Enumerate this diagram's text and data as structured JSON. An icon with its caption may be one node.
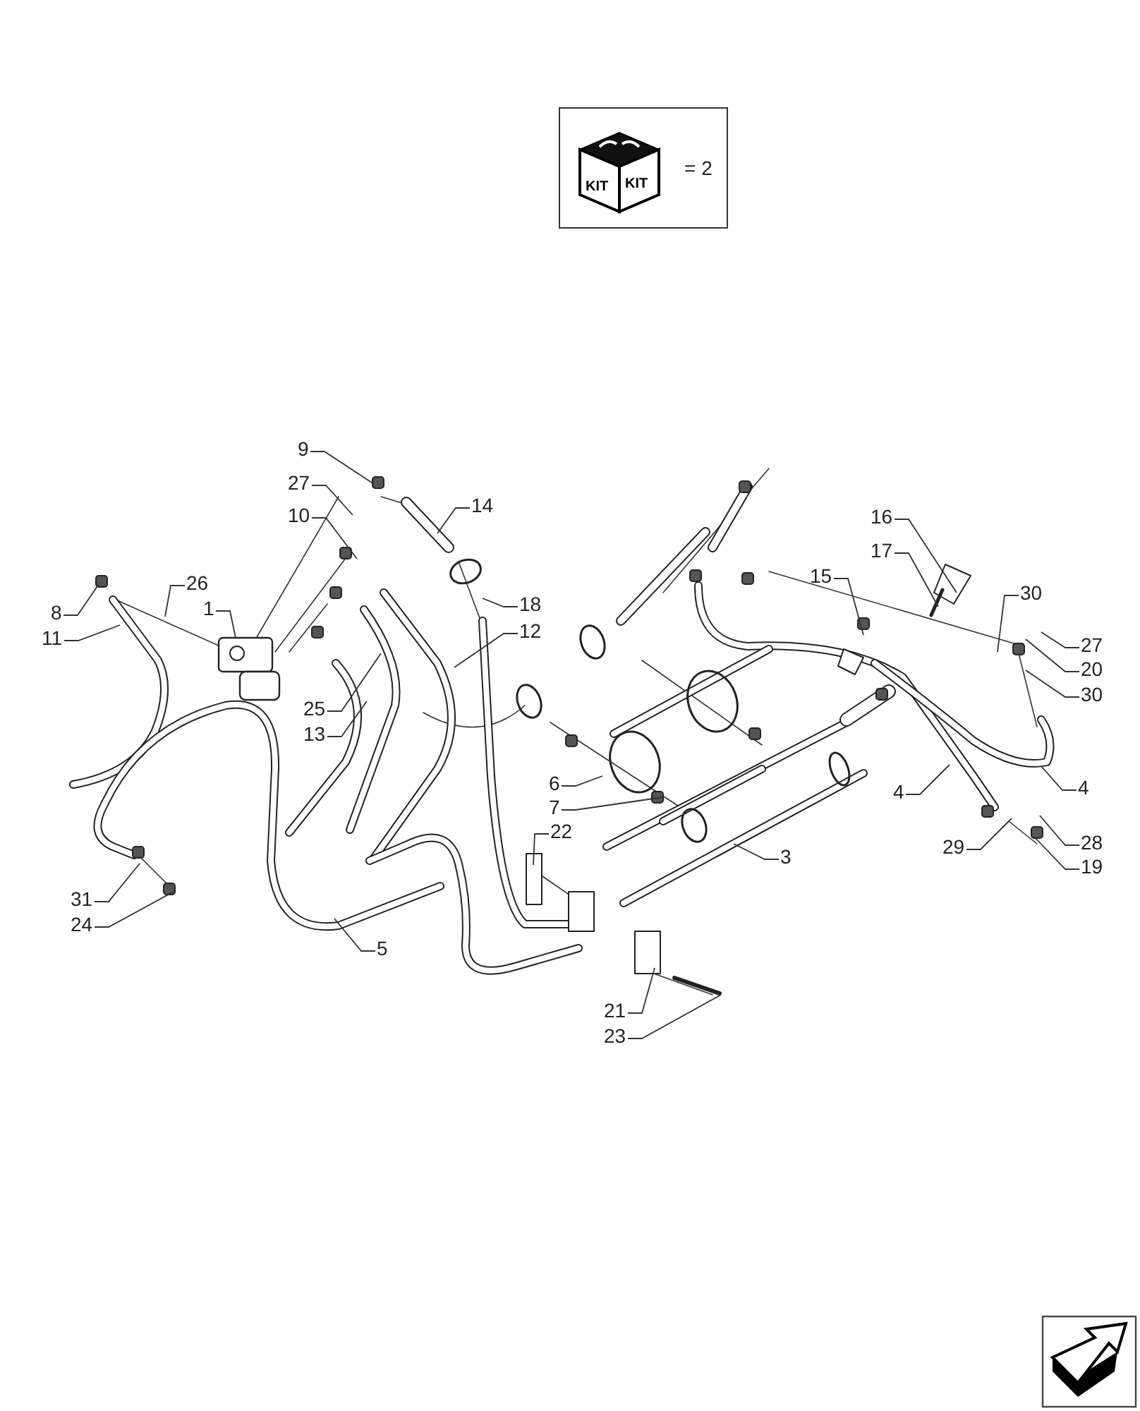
{
  "diagram": {
    "nodes": [
      {
        "text": [
          "9"
        ]
      },
      {
        "text": [
          "27"
        ]
      },
      {
        "text": [
          "10"
        ]
      },
      {
        "text": [
          "14"
        ]
      },
      {
        "text": [
          "8"
        ]
      },
      {
        "text": [
          "26"
        ]
      },
      {
        "text": [
          "1"
        ]
      },
      {
        "text": [
          "11"
        ]
      },
      {
        "text": [
          "16"
        ]
      },
      {
        "text": [
          "17"
        ]
      },
      {
        "text": [
          "15"
        ]
      },
      {
        "text": [
          "18"
        ]
      },
      {
        "text": [
          "12"
        ]
      },
      {
        "text": [
          "30"
        ]
      },
      {
        "text": [
          "27"
        ]
      },
      {
        "text": [
          "20"
        ]
      },
      {
        "text": [
          "30"
        ]
      },
      {
        "text": [
          "25"
        ]
      },
      {
        "text": [
          "13"
        ]
      },
      {
        "text": [
          "6"
        ]
      },
      {
        "text": [
          "4"
        ]
      },
      {
        "text": [
          "4"
        ]
      },
      {
        "text": [
          "7"
        ]
      },
      {
        "text": [
          "22"
        ]
      },
      {
        "text": [
          "28"
        ]
      },
      {
        "text": [
          "29"
        ]
      },
      {
        "text": [
          "3"
        ]
      },
      {
        "text": [
          "19"
        ]
      },
      {
        "text": [
          "31"
        ]
      },
      {
        "text": [
          "24"
        ]
      },
      {
        "text": [
          "5"
        ]
      },
      {
        "text": [
          "21"
        ]
      },
      {
        "text": [
          "23"
        ]
      }
    ],
    "edges": [
      {
        "from": 0,
        "to": null,
        "arrow": "none"
      },
      {
        "from": 1,
        "to": null,
        "arrow": "none"
      },
      {
        "from": 2,
        "to": null,
        "arrow": "none"
      },
      {
        "from": 3,
        "to": null,
        "arrow": "none"
      },
      {
        "from": 4,
        "to": null,
        "arrow": "none"
      },
      {
        "from": 5,
        "to": null,
        "arrow": "none"
      },
      {
        "from": 6,
        "to": null,
        "arrow": "none"
      },
      {
        "from": 7,
        "to": null,
        "arrow": "none"
      },
      {
        "from": 8,
        "to": null,
        "arrow": "none"
      },
      {
        "from": 9,
        "to": null,
        "arrow": "none"
      },
      {
        "from": 10,
        "to": null,
        "arrow": "none"
      },
      {
        "from": 11,
        "to": null,
        "arrow": "none"
      },
      {
        "from": 12,
        "to": null,
        "arrow": "none"
      },
      {
        "from": 13,
        "to": null,
        "arrow": "none"
      },
      {
        "from": 14,
        "to": null,
        "arrow": "none"
      },
      {
        "from": 15,
        "to": null,
        "arrow": "none"
      },
      {
        "from": 16,
        "to": null,
        "arrow": "none"
      },
      {
        "from": 17,
        "to": null,
        "arrow": "none"
      },
      {
        "from": 18,
        "to": null,
        "arrow": "none"
      },
      {
        "from": 19,
        "to": null,
        "arrow": "none"
      },
      {
        "from": 20,
        "to": null,
        "arrow": "none"
      },
      {
        "from": 21,
        "to": null,
        "arrow": "none"
      },
      {
        "from": 22,
        "to": null,
        "arrow": "none"
      },
      {
        "from": 23,
        "to": null,
        "arrow": "none"
      },
      {
        "from": 24,
        "to": null,
        "arrow": "none"
      },
      {
        "from": 25,
        "to": null,
        "arrow": "none"
      },
      {
        "from": 26,
        "to": null,
        "arrow": "none"
      },
      {
        "from": 27,
        "to": null,
        "arrow": "none"
      },
      {
        "from": 28,
        "to": null,
        "arrow": "none"
      },
      {
        "from": 29,
        "to": null,
        "arrow": "none"
      },
      {
        "from": 30,
        "to": null,
        "arrow": "none"
      },
      {
        "from": 31,
        "to": null,
        "arrow": "none"
      },
      {
        "from": 32,
        "to": null,
        "arrow": "none"
      }
    ],
    "labels": [
      "KIT",
      "KIT",
      "= 2"
    ]
  }
}
